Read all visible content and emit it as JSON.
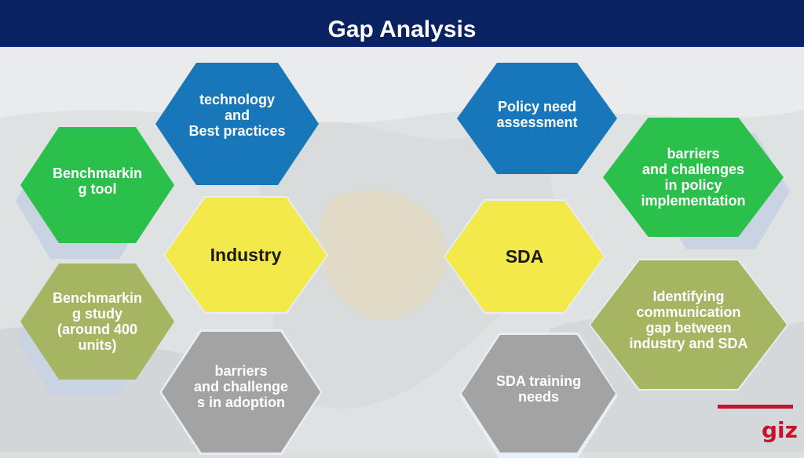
{
  "title": "Gap Analysis",
  "colors": {
    "title_bar": "#0a2360",
    "blue": "#1877b9",
    "green": "#2bbf4c",
    "yellow": "#f4e94a",
    "olive": "#a6b561",
    "gray": "#a3a3a3",
    "brand_red": "#c8102e"
  },
  "industry": {
    "center": "Industry",
    "technology": "technology\nand\nBest practices",
    "benchmarking_tool": "Benchmarkin\ng tool",
    "benchmarking_study": "Benchmarkin\ng study\n(around 400\nunits)",
    "barriers_adoption": "barriers\nand challenge\ns in adoption"
  },
  "sda": {
    "center": "SDA",
    "policy_need": "Policy need\nassessment",
    "barriers_policy": "barriers\nand challenges\nin policy\nimplementation",
    "communication_gap": "Identifying\ncommunication\ngap between\nindustry and SDA",
    "training_needs": "SDA training\nneeds"
  },
  "logo": {
    "text": "giz"
  }
}
